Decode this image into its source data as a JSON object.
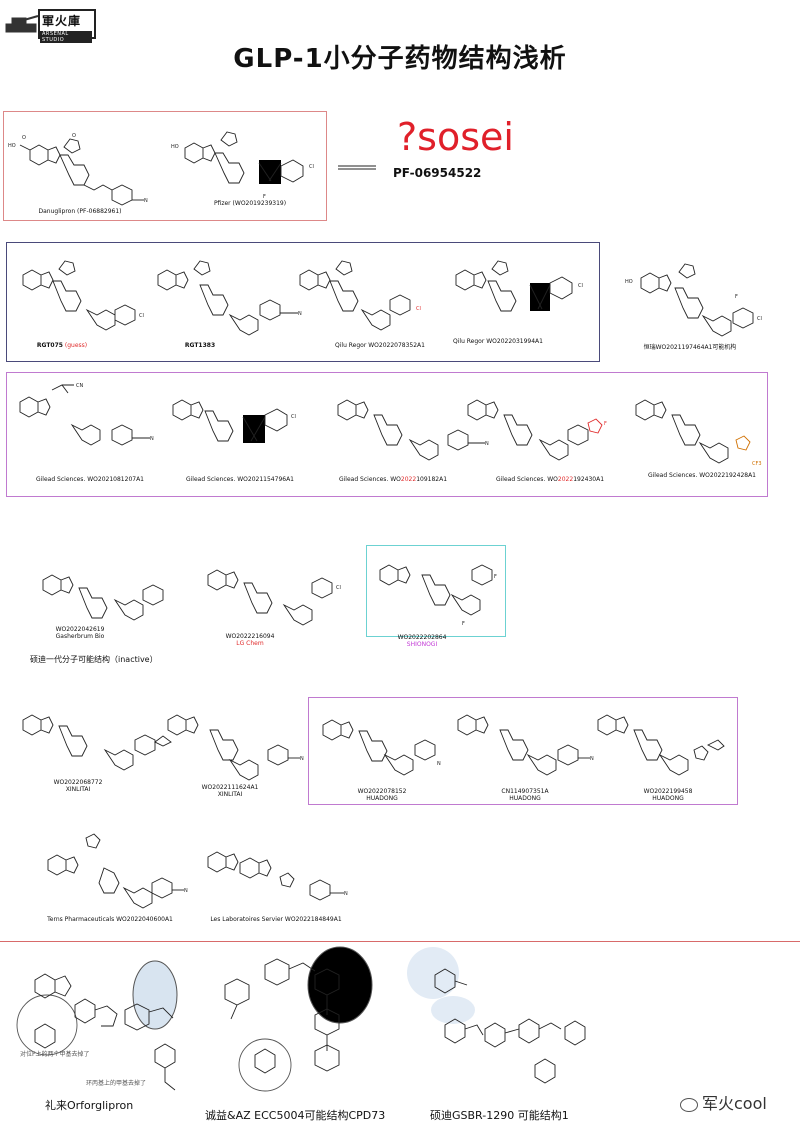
{
  "logo": {
    "text_cn": "軍火庫",
    "text_en": "ARSENAL STUDIO"
  },
  "title": "GLP-1小分子药物结构浅析",
  "sosei": {
    "brand": "?sosei",
    "compound": "PF-06954522"
  },
  "captions": {
    "danuglipron": "Danuglipron (PF-06882961)",
    "pfizer": "Pfizer (WO2019239319)",
    "rgt075": "RGT075",
    "rgt075_note": "(guess)",
    "rgt1383": "RGT1383",
    "qilu1": "Qilu Regor WO2022078352A1",
    "qilu2": "Qilu Regor WO2022031994A1",
    "hengrui": "恒瑞WO2021197464A1可能机构",
    "gilead1": "Gilead Sciences. WO2021081207A1",
    "gilead2": "Gilead Sciences. WO2021154796A1",
    "gilead3_pre": "Gilead Sciences. WO",
    "gilead3_hl": "2022",
    "gilead3_post": "109182A1",
    "gilead4_pre": "Gilead Sciences. WO",
    "gilead4_hl": "2022",
    "gilead4_post": "192430A1",
    "gilead5": "Gilead Sciences. WO2022192428A1",
    "gasherbrum_wo": "WO2022042619",
    "gasherbrum_co": "Gasherbrum Bio",
    "lgchem_wo": "WO2022216094",
    "lgchem_co": "LG Chem",
    "shionogi_wo": "WO2022202864",
    "shionogi_co": "SHIONOGI",
    "inactive_note": "硕迪一代分子可能结构（inactive）",
    "xinlitai1_wo": "WO2022068772",
    "xinlitai1_co": "XINLITAI",
    "xinlitai2_wo": "WO2022111624A1",
    "xinlitai2_co": "XINLITAI",
    "huadong1_wo": "WO2022078152",
    "huadong1_co": "HUADONG",
    "huadong2_wo": "CN114907351A",
    "huadong2_co": "HUADONG",
    "huadong3_wo": "WO2022199458",
    "huadong3_co": "HUADONG",
    "terns": "Terns Pharmaceuticals WO2022040600A1",
    "servier": "Les Laboratoires Servier WO2022184849A1",
    "handnote1": "对位F上的两个甲基去掉了",
    "handnote2": "环丙基上的甲基去掉了",
    "lilly": "礼来Orforglipron",
    "eisai": "诚益&AZ ECC5004可能结构CPD73",
    "sodi": "硕迪GSBR-1290 可能结构1"
  },
  "watermark": "军火cool",
  "colors": {
    "accent_red": "#e02a2a",
    "magenta": "#c23ad6",
    "panel_violet": "#c07ad0",
    "panel_cyan": "#6cd2d2"
  }
}
